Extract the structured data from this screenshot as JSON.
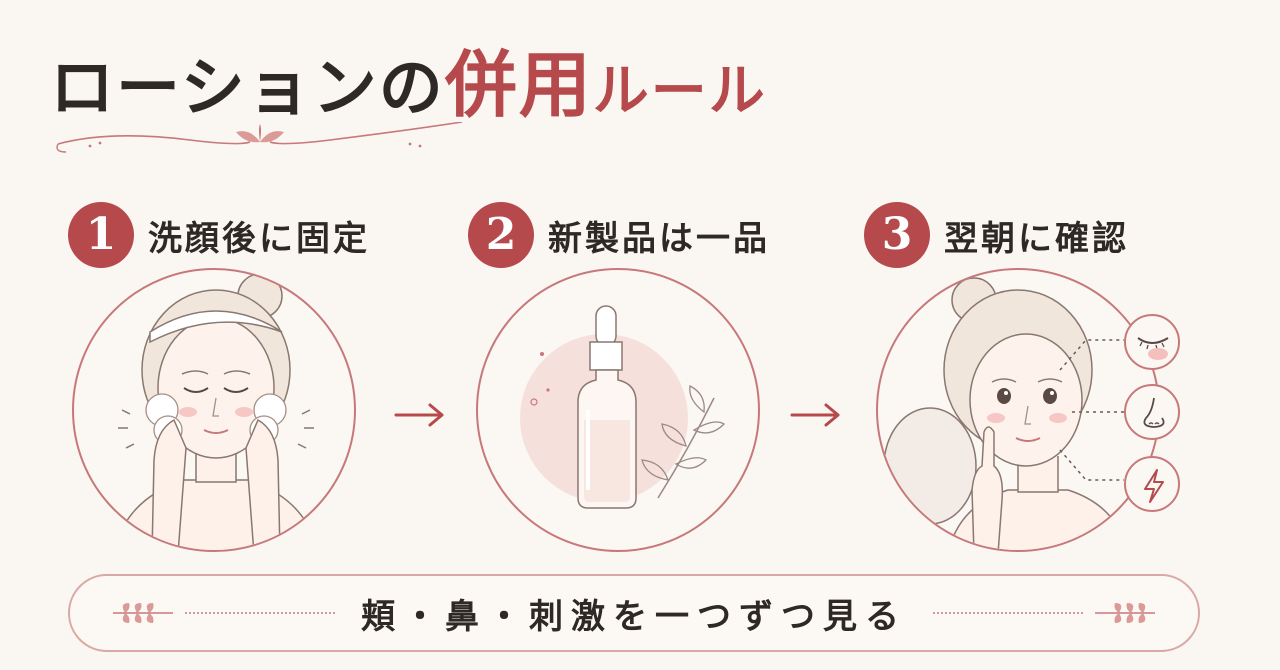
{
  "title": {
    "part1": "ローションの",
    "part2": "併用",
    "part3": "ルール"
  },
  "steps": [
    {
      "number": "1",
      "label": "洗顔後に固定"
    },
    {
      "number": "2",
      "label": "新製品は一品"
    },
    {
      "number": "3",
      "label": "翌朝に確認"
    }
  ],
  "banner": {
    "text": "頬・鼻・刺激を一つずつ見る"
  },
  "colors": {
    "accent": "#b5494c",
    "text": "#2e2826",
    "line": "#c7787a",
    "background": "#faf6f1"
  },
  "icons": {
    "step1": "face-washing-woman-illustration",
    "step2": "serum-dropper-bottle-illustration",
    "step3": "woman-checking-skin-illustration",
    "checks": [
      "closed-eye-cheek-icon",
      "nose-icon",
      "lightning-irritation-icon"
    ],
    "arrows": "right-arrow-icon",
    "decor": "leaf-sprig-icon"
  }
}
